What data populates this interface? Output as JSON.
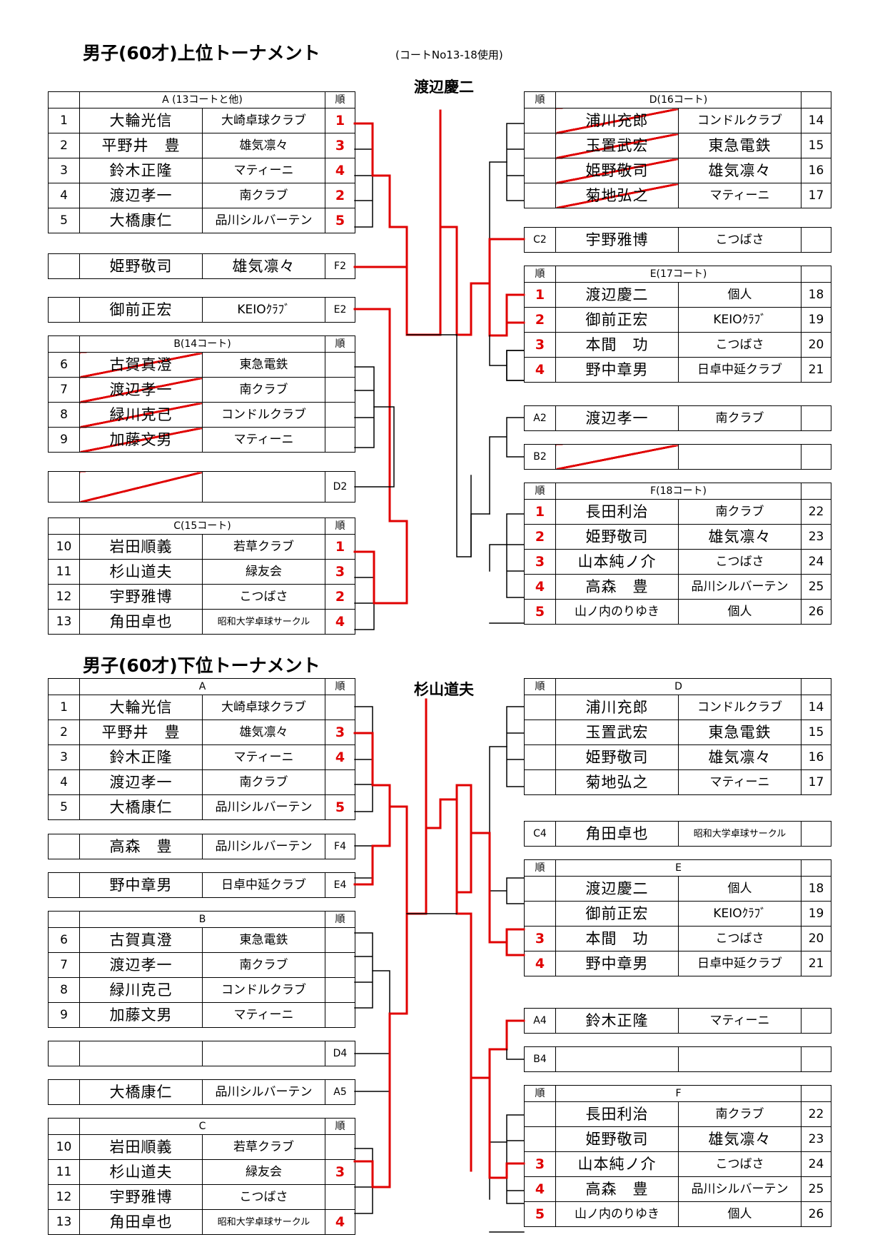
{
  "upper": {
    "title": "男子(60才)上位トーナメント",
    "note": "(コートNo13-18使用)",
    "winner": "渡辺慶二",
    "groups": {
      "A": {
        "header": "A (13コートと他)",
        "order_label": "順",
        "rows": [
          {
            "no": "1",
            "name": "大輪光信",
            "club": "大崎卓球クラブ",
            "rank": "1"
          },
          {
            "no": "2",
            "name": "平野井　豊",
            "club": "雄気凛々",
            "rank": "3"
          },
          {
            "no": "3",
            "name": "鈴木正隆",
            "club": "マティーニ",
            "rank": "4"
          },
          {
            "no": "4",
            "name": "渡辺孝一",
            "club": "南クラブ",
            "rank": "2"
          },
          {
            "no": "5",
            "name": "大橋康仁",
            "club": "品川シルバーテン",
            "rank": "5"
          }
        ]
      },
      "B": {
        "header": "B(14コート)",
        "order_label": "順",
        "rows": [
          {
            "no": "6",
            "name": "古賀真澄",
            "club": "東急電鉄",
            "rank": ""
          },
          {
            "no": "7",
            "name": "渡辺孝一",
            "club": "南クラブ",
            "rank": ""
          },
          {
            "no": "8",
            "name": "緑川克己",
            "club": "コンドルクラブ",
            "rank": ""
          },
          {
            "no": "9",
            "name": "加藤文男",
            "club": "マティーニ",
            "rank": ""
          }
        ]
      },
      "C": {
        "header": "C(15コート)",
        "order_label": "順",
        "rows": [
          {
            "no": "10",
            "name": "岩田順義",
            "club": "若草クラブ",
            "rank": "1"
          },
          {
            "no": "11",
            "name": "杉山道夫",
            "club": "緑友会",
            "rank": "3"
          },
          {
            "no": "12",
            "name": "宇野雅博",
            "club": "こつばさ",
            "rank": "2"
          },
          {
            "no": "13",
            "name": "角田卓也",
            "club": "昭和大学卓球サークル",
            "rank": "4"
          }
        ]
      },
      "D": {
        "header": "D(16コート)",
        "order_label": "順",
        "rows": [
          {
            "no": "14",
            "name": "浦川充郎",
            "club": "コンドルクラブ",
            "rank": ""
          },
          {
            "no": "15",
            "name": "玉置武宏",
            "club": "東急電鉄",
            "rank": ""
          },
          {
            "no": "16",
            "name": "姫野敬司",
            "club": "雄気凛々",
            "rank": ""
          },
          {
            "no": "17",
            "name": "菊地弘之",
            "club": "マティーニ",
            "rank": ""
          }
        ]
      },
      "E": {
        "header": "E(17コート)",
        "order_label": "順",
        "rows": [
          {
            "no": "18",
            "name": "渡辺慶二",
            "club": "個人",
            "rank": "1"
          },
          {
            "no": "19",
            "name": "御前正宏",
            "club": "KEIOｸﾗﾌﾞ",
            "rank": "2"
          },
          {
            "no": "20",
            "name": "本間　功",
            "club": "こつばさ",
            "rank": "3"
          },
          {
            "no": "21",
            "name": "野中章男",
            "club": "日卓中延クラブ",
            "rank": "4"
          }
        ]
      },
      "F": {
        "header": "F(18コート)",
        "order_label": "順",
        "rows": [
          {
            "no": "22",
            "name": "長田利治",
            "club": "南クラブ",
            "rank": "1"
          },
          {
            "no": "23",
            "name": "姫野敬司",
            "club": "雄気凛々",
            "rank": "2"
          },
          {
            "no": "24",
            "name": "山本純ノ介",
            "club": "こつばさ",
            "rank": "3"
          },
          {
            "no": "25",
            "name": "高森　豊",
            "club": "品川シルバーテン",
            "rank": "4"
          },
          {
            "no": "26",
            "name": "山ノ内のりゆき",
            "club": "個人",
            "rank": "5"
          }
        ]
      }
    },
    "slots": {
      "F2": {
        "name": "姫野敬司",
        "club": "雄気凛々",
        "label": "F2"
      },
      "E2": {
        "name": "御前正宏",
        "club": "KEIOｸﾗﾌﾞ",
        "label": "E2"
      },
      "D2": {
        "name": "",
        "club": "",
        "label": "D2"
      },
      "C2": {
        "name": "宇野雅博",
        "club": "こつばさ",
        "label": "C2"
      },
      "A2": {
        "name": "渡辺孝一",
        "club": "南クラブ",
        "label": "A2"
      },
      "B2": {
        "name": "",
        "club": "",
        "label": "B2"
      }
    }
  },
  "lower": {
    "title": "男子(60才)下位トーナメント",
    "winner": "杉山道夫",
    "groups": {
      "A": {
        "header": "A",
        "order_label": "順",
        "rows": [
          {
            "no": "1",
            "name": "大輪光信",
            "club": "大崎卓球クラブ",
            "rank": ""
          },
          {
            "no": "2",
            "name": "平野井　豊",
            "club": "雄気凛々",
            "rank": "3"
          },
          {
            "no": "3",
            "name": "鈴木正隆",
            "club": "マティーニ",
            "rank": "4"
          },
          {
            "no": "4",
            "name": "渡辺孝一",
            "club": "南クラブ",
            "rank": ""
          },
          {
            "no": "5",
            "name": "大橋康仁",
            "club": "品川シルバーテン",
            "rank": "5"
          }
        ]
      },
      "B": {
        "header": "B",
        "order_label": "順",
        "rows": [
          {
            "no": "6",
            "name": "古賀真澄",
            "club": "東急電鉄",
            "rank": ""
          },
          {
            "no": "7",
            "name": "渡辺孝一",
            "club": "南クラブ",
            "rank": ""
          },
          {
            "no": "8",
            "name": "緑川克己",
            "club": "コンドルクラブ",
            "rank": ""
          },
          {
            "no": "9",
            "name": "加藤文男",
            "club": "マティーニ",
            "rank": ""
          }
        ]
      },
      "C": {
        "header": "C",
        "order_label": "順",
        "rows": [
          {
            "no": "10",
            "name": "岩田順義",
            "club": "若草クラブ",
            "rank": ""
          },
          {
            "no": "11",
            "name": "杉山道夫",
            "club": "緑友会",
            "rank": "3"
          },
          {
            "no": "12",
            "name": "宇野雅博",
            "club": "こつばさ",
            "rank": ""
          },
          {
            "no": "13",
            "name": "角田卓也",
            "club": "昭和大学卓球サークル",
            "rank": "4"
          }
        ]
      },
      "D": {
        "header": "D",
        "order_label": "順",
        "rows": [
          {
            "no": "14",
            "name": "浦川充郎",
            "club": "コンドルクラブ",
            "rank": ""
          },
          {
            "no": "15",
            "name": "玉置武宏",
            "club": "東急電鉄",
            "rank": ""
          },
          {
            "no": "16",
            "name": "姫野敬司",
            "club": "雄気凛々",
            "rank": ""
          },
          {
            "no": "17",
            "name": "菊地弘之",
            "club": "マティーニ",
            "rank": ""
          }
        ]
      },
      "E": {
        "header": "E",
        "order_label": "順",
        "rows": [
          {
            "no": "18",
            "name": "渡辺慶二",
            "club": "個人",
            "rank": ""
          },
          {
            "no": "19",
            "name": "御前正宏",
            "club": "KEIOｸﾗﾌﾞ",
            "rank": ""
          },
          {
            "no": "20",
            "name": "本間　功",
            "club": "こつばさ",
            "rank": "3"
          },
          {
            "no": "21",
            "name": "野中章男",
            "club": "日卓中延クラブ",
            "rank": "4"
          }
        ]
      },
      "F": {
        "header": "F",
        "order_label": "順",
        "rows": [
          {
            "no": "22",
            "name": "長田利治",
            "club": "南クラブ",
            "rank": ""
          },
          {
            "no": "23",
            "name": "姫野敬司",
            "club": "雄気凛々",
            "rank": ""
          },
          {
            "no": "24",
            "name": "山本純ノ介",
            "club": "こつばさ",
            "rank": "3"
          },
          {
            "no": "25",
            "name": "高森　豊",
            "club": "品川シルバーテン",
            "rank": "4"
          },
          {
            "no": "26",
            "name": "山ノ内のりゆき",
            "club": "個人",
            "rank": "5"
          }
        ]
      }
    },
    "slots": {
      "F4": {
        "name": "高森　豊",
        "club": "品川シルバーテン",
        "label": "F4"
      },
      "E4": {
        "name": "野中章男",
        "club": "日卓中延クラブ",
        "label": "E4"
      },
      "D4": {
        "name": "",
        "club": "",
        "label": "D4"
      },
      "A5": {
        "name": "大橋康仁",
        "club": "品川シルバーテン",
        "label": "A5"
      },
      "C4": {
        "name": "角田卓也",
        "club": "昭和大学卓球サークル",
        "label": "C4"
      },
      "A4": {
        "name": "鈴木正隆",
        "club": "マティーニ",
        "label": "A4"
      },
      "B4": {
        "name": "",
        "club": "",
        "label": "B4"
      }
    }
  },
  "colors": {
    "bracket_red": "#e00000",
    "line_black": "#000000",
    "rank_red": "#e00000"
  }
}
